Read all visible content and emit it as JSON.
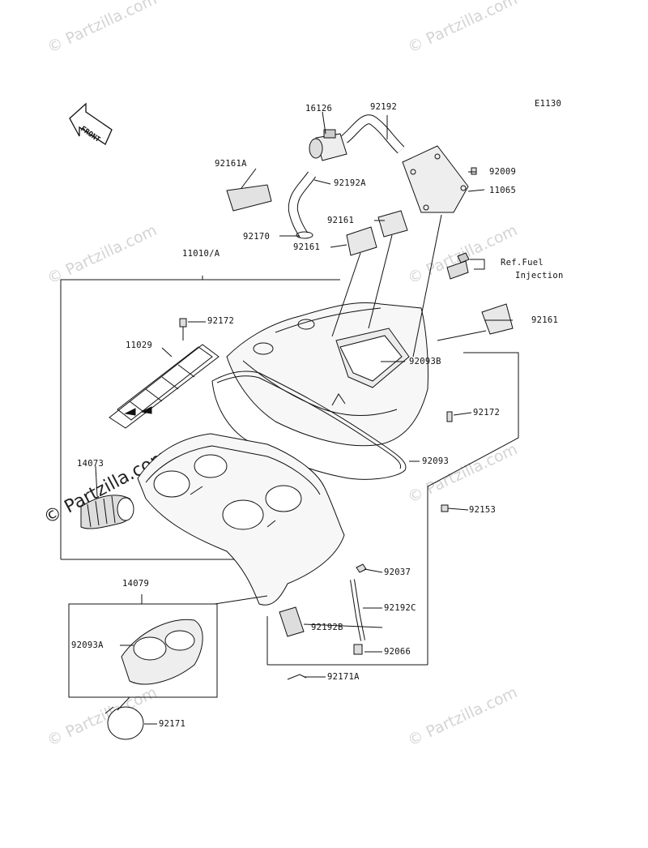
{
  "diagram_code": "E1130",
  "front_label": "FRONT",
  "ref_note": {
    "line1": "Ref.Fuel",
    "line2": "Injection"
  },
  "watermark": "© Partzilla.com",
  "parts": [
    {
      "id": "16126",
      "label": "16126"
    },
    {
      "id": "92192",
      "label": "92192"
    },
    {
      "id": "92161A",
      "label": "92161A"
    },
    {
      "id": "92192A",
      "label": "92192A"
    },
    {
      "id": "92009",
      "label": "92009"
    },
    {
      "id": "11065",
      "label": "11065"
    },
    {
      "id": "92161-top",
      "label": "92161"
    },
    {
      "id": "92170",
      "label": "92170"
    },
    {
      "id": "92161-mid",
      "label": "92161"
    },
    {
      "id": "11010A",
      "label": "11010/A"
    },
    {
      "id": "92161-right",
      "label": "92161"
    },
    {
      "id": "92172-top",
      "label": "92172"
    },
    {
      "id": "11029",
      "label": "11029"
    },
    {
      "id": "92093B",
      "label": "92093B"
    },
    {
      "id": "92172-right",
      "label": "92172"
    },
    {
      "id": "14073",
      "label": "14073"
    },
    {
      "id": "92093",
      "label": "92093"
    },
    {
      "id": "92153",
      "label": "92153"
    },
    {
      "id": "92037",
      "label": "92037"
    },
    {
      "id": "14079",
      "label": "14079"
    },
    {
      "id": "92192C",
      "label": "92192C"
    },
    {
      "id": "92093A",
      "label": "92093A"
    },
    {
      "id": "92192B",
      "label": "92192B"
    },
    {
      "id": "92066",
      "label": "92066"
    },
    {
      "id": "92171A",
      "label": "92171A"
    },
    {
      "id": "92171",
      "label": "92171"
    }
  ]
}
